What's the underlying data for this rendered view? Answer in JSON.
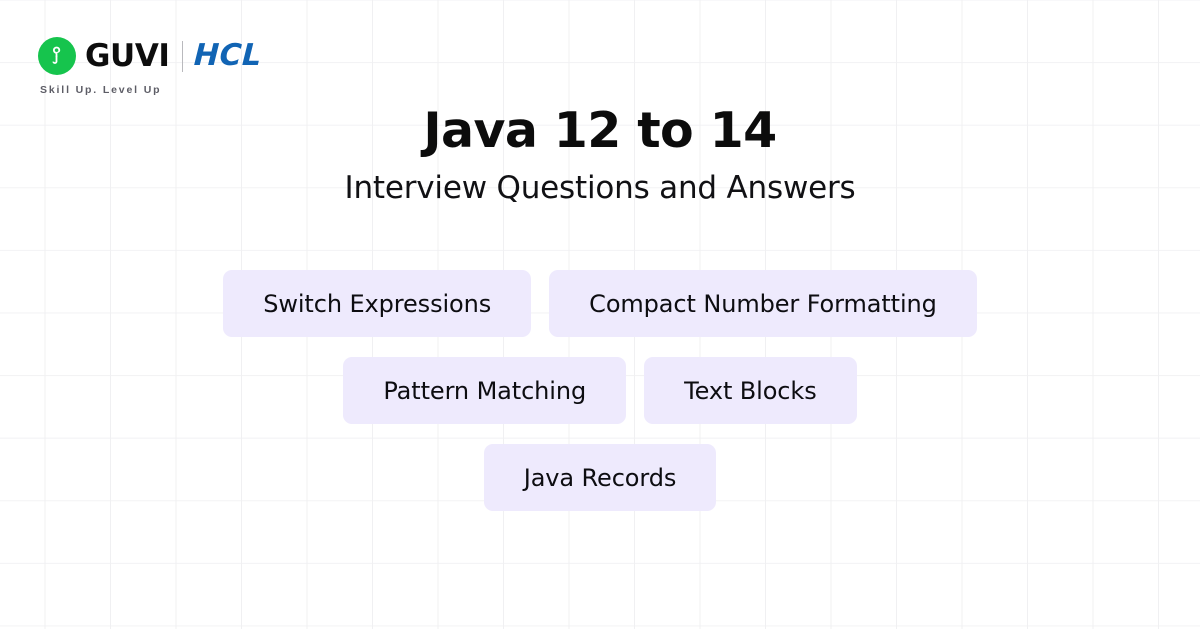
{
  "brand": {
    "guvi_name": "GUVI",
    "partner_name": "HCL",
    "tagline": "Skill Up. Level Up",
    "mark_icon": "guvi-g-circle-icon",
    "green": "#16c44d",
    "blue": "#1164b4"
  },
  "header": {
    "title": "Java 12 to 14",
    "subtitle": "Interview Questions and Answers"
  },
  "topics": {
    "accent_bg": "#EEEAFD",
    "text_color": "#0d0d11",
    "rows": [
      {
        "items": [
          {
            "label": "Switch Expressions"
          },
          {
            "label": "Compact Number Formatting"
          }
        ]
      },
      {
        "items": [
          {
            "label": "Pattern Matching"
          },
          {
            "label": "Text Blocks"
          }
        ]
      },
      {
        "items": [
          {
            "label": "Java Records"
          }
        ]
      }
    ]
  },
  "background": {
    "color": "#ffffff",
    "grid_line_color": "#f0f0f2"
  }
}
